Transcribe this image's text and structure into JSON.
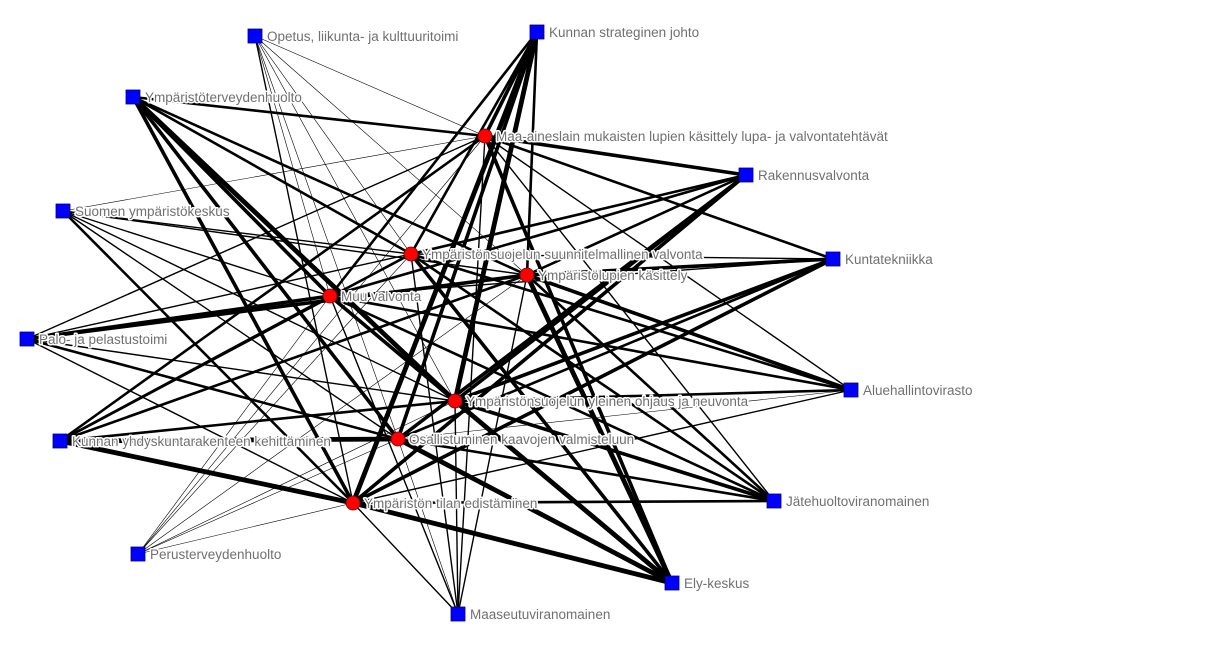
{
  "colors": {
    "background": "#ffffff",
    "actor_node": "#0000ff",
    "task_node": "#ff0000",
    "edge": "#000000",
    "label": "#707070"
  },
  "nodes": [
    {
      "id": "opetus",
      "label": "Opetus, liikunta- ja kulttuuritoimi",
      "shape": "square"
    },
    {
      "id": "strategia",
      "label": "Kunnan strateginen johto",
      "shape": "square"
    },
    {
      "id": "ymparistoterveys",
      "label": "Ympäristöterveydenhuolto",
      "shape": "square"
    },
    {
      "id": "maa_aines",
      "label": "Maa-aineslain mukaisten lupien käsittely lupa- ja valvontatehtävät",
      "shape": "circle"
    },
    {
      "id": "rakennus",
      "label": "Rakennusvalvonta",
      "shape": "square"
    },
    {
      "id": "syke",
      "label": "Suomen ympäristökeskus",
      "shape": "square"
    },
    {
      "id": "suunnitelmallinen",
      "label": "Ympäristönsuojelun suunnitelmallinen valvonta",
      "shape": "circle"
    },
    {
      "id": "kuntatekniikka",
      "label": "Kuntatekniikka",
      "shape": "square"
    },
    {
      "id": "luvat",
      "label": "Ympäristölupien käsittely",
      "shape": "circle"
    },
    {
      "id": "muu_valvonta",
      "label": "Muu valvonta",
      "shape": "circle"
    },
    {
      "id": "pelastus",
      "label": "Palo- ja pelastustoimi",
      "shape": "square"
    },
    {
      "id": "avi",
      "label": "Aluehallintovirasto",
      "shape": "square"
    },
    {
      "id": "ohjaus",
      "label": "Ympäristönsuojelun yleinen ohjaus ja neuvonta",
      "shape": "circle"
    },
    {
      "id": "yhdyskunta",
      "label": "Kunnan yhdyskuntarakenteen kehittäminen",
      "shape": "square"
    },
    {
      "id": "kaavat",
      "label": "Osallistuminen kaavojen valmisteluun",
      "shape": "circle"
    },
    {
      "id": "jatehuolto",
      "label": "Jätehuoltoviranomainen",
      "shape": "square"
    },
    {
      "id": "tila",
      "label": "Ympäristön tilan edistäminen",
      "shape": "circle"
    },
    {
      "id": "perusterveys",
      "label": "Perusterveydenhuolto",
      "shape": "square"
    },
    {
      "id": "ely",
      "label": "Ely-keskus",
      "shape": "square"
    },
    {
      "id": "maaseutu",
      "label": "Maaseutuviranomainen",
      "shape": "square"
    }
  ],
  "edges": [
    {
      "source": "ymparistoterveys",
      "target": "maa_aines",
      "weight": 3
    },
    {
      "source": "ymparistoterveys",
      "target": "suunnitelmallinen",
      "weight": 3
    },
    {
      "source": "ymparistoterveys",
      "target": "luvat",
      "weight": 3
    },
    {
      "source": "ymparistoterveys",
      "target": "muu_valvonta",
      "weight": 4
    },
    {
      "source": "ymparistoterveys",
      "target": "ohjaus",
      "weight": 5
    },
    {
      "source": "ymparistoterveys",
      "target": "kaavat",
      "weight": 4
    },
    {
      "source": "ymparistoterveys",
      "target": "tila",
      "weight": 4
    },
    {
      "source": "strategia",
      "target": "maa_aines",
      "weight": 4
    },
    {
      "source": "strategia",
      "target": "suunnitelmallinen",
      "weight": 3
    },
    {
      "source": "strategia",
      "target": "luvat",
      "weight": 3
    },
    {
      "source": "strategia",
      "target": "muu_valvonta",
      "weight": 3
    },
    {
      "source": "strategia",
      "target": "ohjaus",
      "weight": 5
    },
    {
      "source": "strategia",
      "target": "kaavat",
      "weight": 4
    },
    {
      "source": "strategia",
      "target": "tila",
      "weight": 5
    },
    {
      "source": "opetus",
      "target": "maa_aines",
      "weight": 1
    },
    {
      "source": "opetus",
      "target": "suunnitelmallinen",
      "weight": 1
    },
    {
      "source": "opetus",
      "target": "luvat",
      "weight": 1
    },
    {
      "source": "opetus",
      "target": "muu_valvonta",
      "weight": 1
    },
    {
      "source": "opetus",
      "target": "ohjaus",
      "weight": 1
    },
    {
      "source": "opetus",
      "target": "kaavat",
      "weight": 1
    },
    {
      "source": "opetus",
      "target": "tila",
      "weight": 2
    },
    {
      "source": "rakennus",
      "target": "maa_aines",
      "weight": 4
    },
    {
      "source": "rakennus",
      "target": "suunnitelmallinen",
      "weight": 3
    },
    {
      "source": "rakennus",
      "target": "luvat",
      "weight": 3
    },
    {
      "source": "rakennus",
      "target": "muu_valvonta",
      "weight": 3
    },
    {
      "source": "rakennus",
      "target": "ohjaus",
      "weight": 4
    },
    {
      "source": "rakennus",
      "target": "kaavat",
      "weight": 4
    },
    {
      "source": "rakennus",
      "target": "tila",
      "weight": 4
    },
    {
      "source": "kuntatekniikka",
      "target": "maa_aines",
      "weight": 3
    },
    {
      "source": "kuntatekniikka",
      "target": "suunnitelmallinen",
      "weight": 2
    },
    {
      "source": "kuntatekniikka",
      "target": "luvat",
      "weight": 4
    },
    {
      "source": "kuntatekniikka",
      "target": "muu_valvonta",
      "weight": 2
    },
    {
      "source": "kuntatekniikka",
      "target": "ohjaus",
      "weight": 4
    },
    {
      "source": "kuntatekniikka",
      "target": "kaavat",
      "weight": 3
    },
    {
      "source": "kuntatekniikka",
      "target": "tila",
      "weight": 4
    },
    {
      "source": "avi",
      "target": "maa_aines",
      "weight": 2
    },
    {
      "source": "avi",
      "target": "suunnitelmallinen",
      "weight": 3
    },
    {
      "source": "avi",
      "target": "luvat",
      "weight": 4
    },
    {
      "source": "avi",
      "target": "muu_valvonta",
      "weight": 3
    },
    {
      "source": "avi",
      "target": "ohjaus",
      "weight": 3
    },
    {
      "source": "avi",
      "target": "kaavat",
      "weight": 1
    },
    {
      "source": "avi",
      "target": "tila",
      "weight": 2
    },
    {
      "source": "jatehuolto",
      "target": "maa_aines",
      "weight": 2
    },
    {
      "source": "jatehuolto",
      "target": "suunnitelmallinen",
      "weight": 3
    },
    {
      "source": "jatehuolto",
      "target": "luvat",
      "weight": 3
    },
    {
      "source": "jatehuolto",
      "target": "muu_valvonta",
      "weight": 3
    },
    {
      "source": "jatehuolto",
      "target": "ohjaus",
      "weight": 4
    },
    {
      "source": "jatehuolto",
      "target": "kaavat",
      "weight": 3
    },
    {
      "source": "jatehuolto",
      "target": "tila",
      "weight": 3
    },
    {
      "source": "ely",
      "target": "maa_aines",
      "weight": 4
    },
    {
      "source": "ely",
      "target": "suunnitelmallinen",
      "weight": 4
    },
    {
      "source": "ely",
      "target": "luvat",
      "weight": 5
    },
    {
      "source": "ely",
      "target": "muu_valvonta",
      "weight": 4
    },
    {
      "source": "ely",
      "target": "ohjaus",
      "weight": 5
    },
    {
      "source": "ely",
      "target": "kaavat",
      "weight": 5
    },
    {
      "source": "ely",
      "target": "tila",
      "weight": 5
    },
    {
      "source": "maaseutu",
      "target": "maa_aines",
      "weight": 2
    },
    {
      "source": "maaseutu",
      "target": "suunnitelmallinen",
      "weight": 2
    },
    {
      "source": "maaseutu",
      "target": "luvat",
      "weight": 2
    },
    {
      "source": "maaseutu",
      "target": "muu_valvonta",
      "weight": 2
    },
    {
      "source": "maaseutu",
      "target": "ohjaus",
      "weight": 2
    },
    {
      "source": "maaseutu",
      "target": "kaavat",
      "weight": 1
    },
    {
      "source": "maaseutu",
      "target": "tila",
      "weight": 2
    },
    {
      "source": "perusterveys",
      "target": "maa_aines",
      "weight": 1
    },
    {
      "source": "perusterveys",
      "target": "suunnitelmallinen",
      "weight": 1
    },
    {
      "source": "perusterveys",
      "target": "luvat",
      "weight": 1
    },
    {
      "source": "perusterveys",
      "target": "muu_valvonta",
      "weight": 1
    },
    {
      "source": "perusterveys",
      "target": "ohjaus",
      "weight": 1
    },
    {
      "source": "perusterveys",
      "target": "kaavat",
      "weight": 1
    },
    {
      "source": "perusterveys",
      "target": "tila",
      "weight": 1
    },
    {
      "source": "yhdyskunta",
      "target": "maa_aines",
      "weight": 3
    },
    {
      "source": "yhdyskunta",
      "target": "suunnitelmallinen",
      "weight": 3
    },
    {
      "source": "yhdyskunta",
      "target": "luvat",
      "weight": 3
    },
    {
      "source": "yhdyskunta",
      "target": "muu_valvonta",
      "weight": 3
    },
    {
      "source": "yhdyskunta",
      "target": "ohjaus",
      "weight": 3
    },
    {
      "source": "yhdyskunta",
      "target": "kaavat",
      "weight": 5
    },
    {
      "source": "yhdyskunta",
      "target": "tila",
      "weight": 5
    },
    {
      "source": "pelastus",
      "target": "maa_aines",
      "weight": 2
    },
    {
      "source": "pelastus",
      "target": "suunnitelmallinen",
      "weight": 2
    },
    {
      "source": "pelastus",
      "target": "luvat",
      "weight": 4
    },
    {
      "source": "pelastus",
      "target": "muu_valvonta",
      "weight": 4
    },
    {
      "source": "pelastus",
      "target": "ohjaus",
      "weight": 2
    },
    {
      "source": "pelastus",
      "target": "kaavat",
      "weight": 3
    },
    {
      "source": "pelastus",
      "target": "tila",
      "weight": 2
    },
    {
      "source": "syke",
      "target": "maa_aines",
      "weight": 1
    },
    {
      "source": "syke",
      "target": "suunnitelmallinen",
      "weight": 2
    },
    {
      "source": "syke",
      "target": "luvat",
      "weight": 2
    },
    {
      "source": "syke",
      "target": "muu_valvonta",
      "weight": 2
    },
    {
      "source": "syke",
      "target": "ohjaus",
      "weight": 2
    },
    {
      "source": "syke",
      "target": "kaavat",
      "weight": 2
    },
    {
      "source": "syke",
      "target": "tila",
      "weight": 3
    }
  ]
}
